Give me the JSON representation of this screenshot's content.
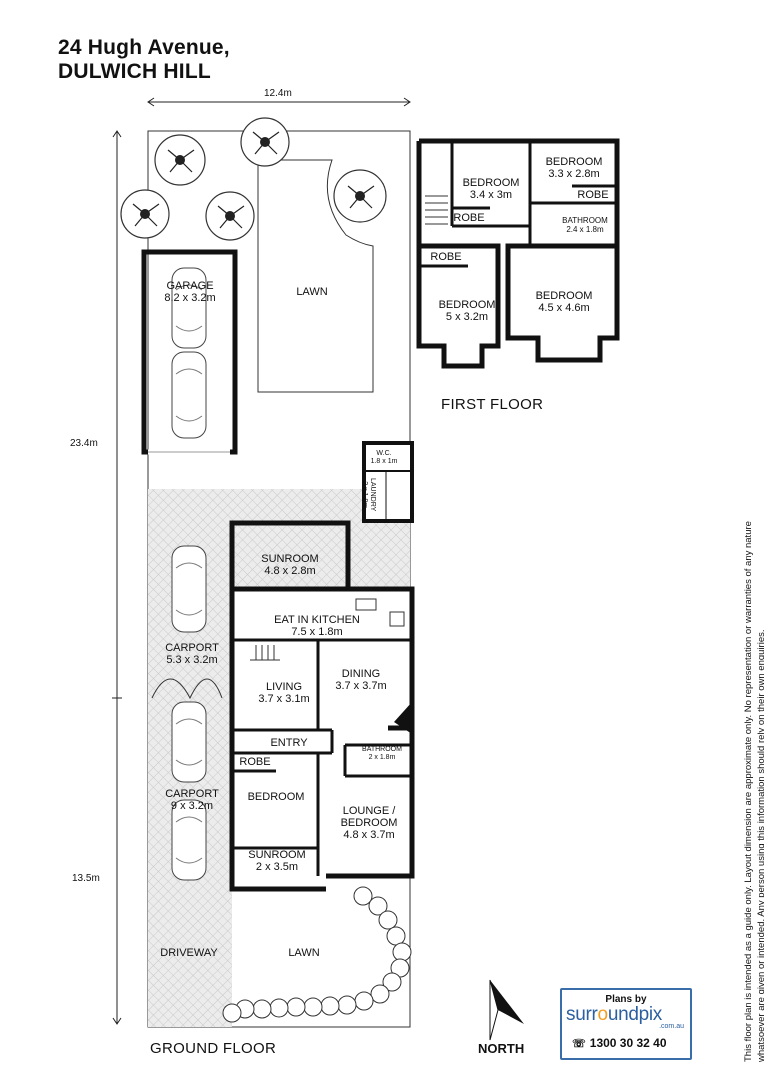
{
  "title_line1": "24 Hugh Avenue,",
  "title_line2": "DULWICH HILL",
  "dimensions": {
    "width_top": "12.4m",
    "height_left_total": "23.4m",
    "height_left_front": "13.5m"
  },
  "floors": {
    "first": "FIRST FLOOR",
    "ground": "GROUND FLOOR"
  },
  "rooms_first": [
    {
      "name": "BEDROOM",
      "size": "3.4 x 3m"
    },
    {
      "name": "BEDROOM",
      "size": "3.3 x 2.8m"
    },
    {
      "name": "BATHROOM",
      "size": "2.4 x 1.8m"
    },
    {
      "name": "BEDROOM",
      "size": "5 x 3.2m"
    },
    {
      "name": "BEDROOM",
      "size": "4.5 x 4.6m"
    },
    {
      "robe": "ROBE"
    }
  ],
  "rooms_ground": {
    "garage": {
      "name": "GARAGE",
      "size": "8.2 x 3.2m"
    },
    "lawn_back": {
      "name": "LAWN"
    },
    "wc": {
      "name": "W.C.",
      "size": "1.8 x 1m"
    },
    "laundry": {
      "name": "LAUNDRY",
      "size": "2 x 1.8m"
    },
    "sunroom_back": {
      "name": "SUNROOM",
      "size": "4.8 x 2.8m"
    },
    "kitchen": {
      "name": "EAT IN KITCHEN",
      "size": "7.5 x 1.8m"
    },
    "carport1": {
      "name": "CARPORT",
      "size": "5.3 x 3.2m"
    },
    "dining": {
      "name": "DINING",
      "size": "3.7 x 3.7m"
    },
    "living": {
      "name": "LIVING",
      "size": "3.7 x 3.1m"
    },
    "entry": {
      "name": "ENTRY"
    },
    "bathroom": {
      "name": "BATHROOM",
      "size": "2 x 1.8m"
    },
    "carport2": {
      "name": "CARPORT",
      "size": "9 x 3.2m"
    },
    "robe": {
      "name": "ROBE"
    },
    "bedroom": {
      "name": "BEDROOM"
    },
    "lounge": {
      "name_l1": "LOUNGE /",
      "name_l2": "BEDROOM",
      "size": "4.8 x 3.7m"
    },
    "sunroom_front": {
      "name": "SUNROOM",
      "size": "2 x 3.5m"
    },
    "driveway": {
      "name": "DRIVEWAY"
    },
    "lawn_front": {
      "name": "LAWN"
    }
  },
  "north": "NORTH",
  "logo": {
    "by": "Plans by",
    "brand_a": "surr",
    "brand_o": "o",
    "brand_b": "undpix",
    "domain": ".com.au",
    "phone": "1300 30 32 40",
    "phone_icon": "phone-icon"
  },
  "disclaimer": "This floor plan is intended as a guide only. Layout dimension are approximate only. No representation or warranties of any nature whatsoever are given or intended. Any person using this information should rely on their own enquiries."
}
